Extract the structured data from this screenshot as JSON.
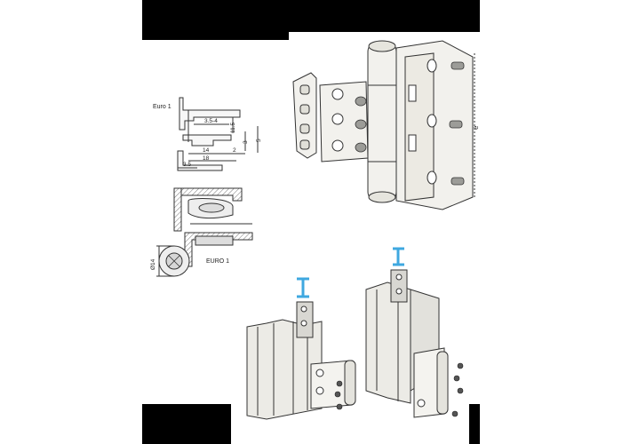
{
  "profile_section": {
    "label": "Euro 1",
    "dims": {
      "d1": "3.5-4",
      "d2": "11.5",
      "d3": "3",
      "d4": "5",
      "d5": "14",
      "d6": "2",
      "d7": "18",
      "d8": "3.5"
    }
  },
  "hinge_section": {
    "label": "EURO 1",
    "diameter": "Ø14"
  },
  "hinge_exploded": {
    "height_mark": "e"
  },
  "colors": {
    "page": "#ffffff",
    "frame_band": "#000000",
    "line": "#333333",
    "hinge_fill": "#f2f1ed",
    "insert_arrow": "#3fa8e0"
  },
  "icons": [
    "hinge-exploded-drawing",
    "profile-cross-section",
    "hinge-section-drawing",
    "insert-arrow-icon",
    "screw-icon"
  ]
}
